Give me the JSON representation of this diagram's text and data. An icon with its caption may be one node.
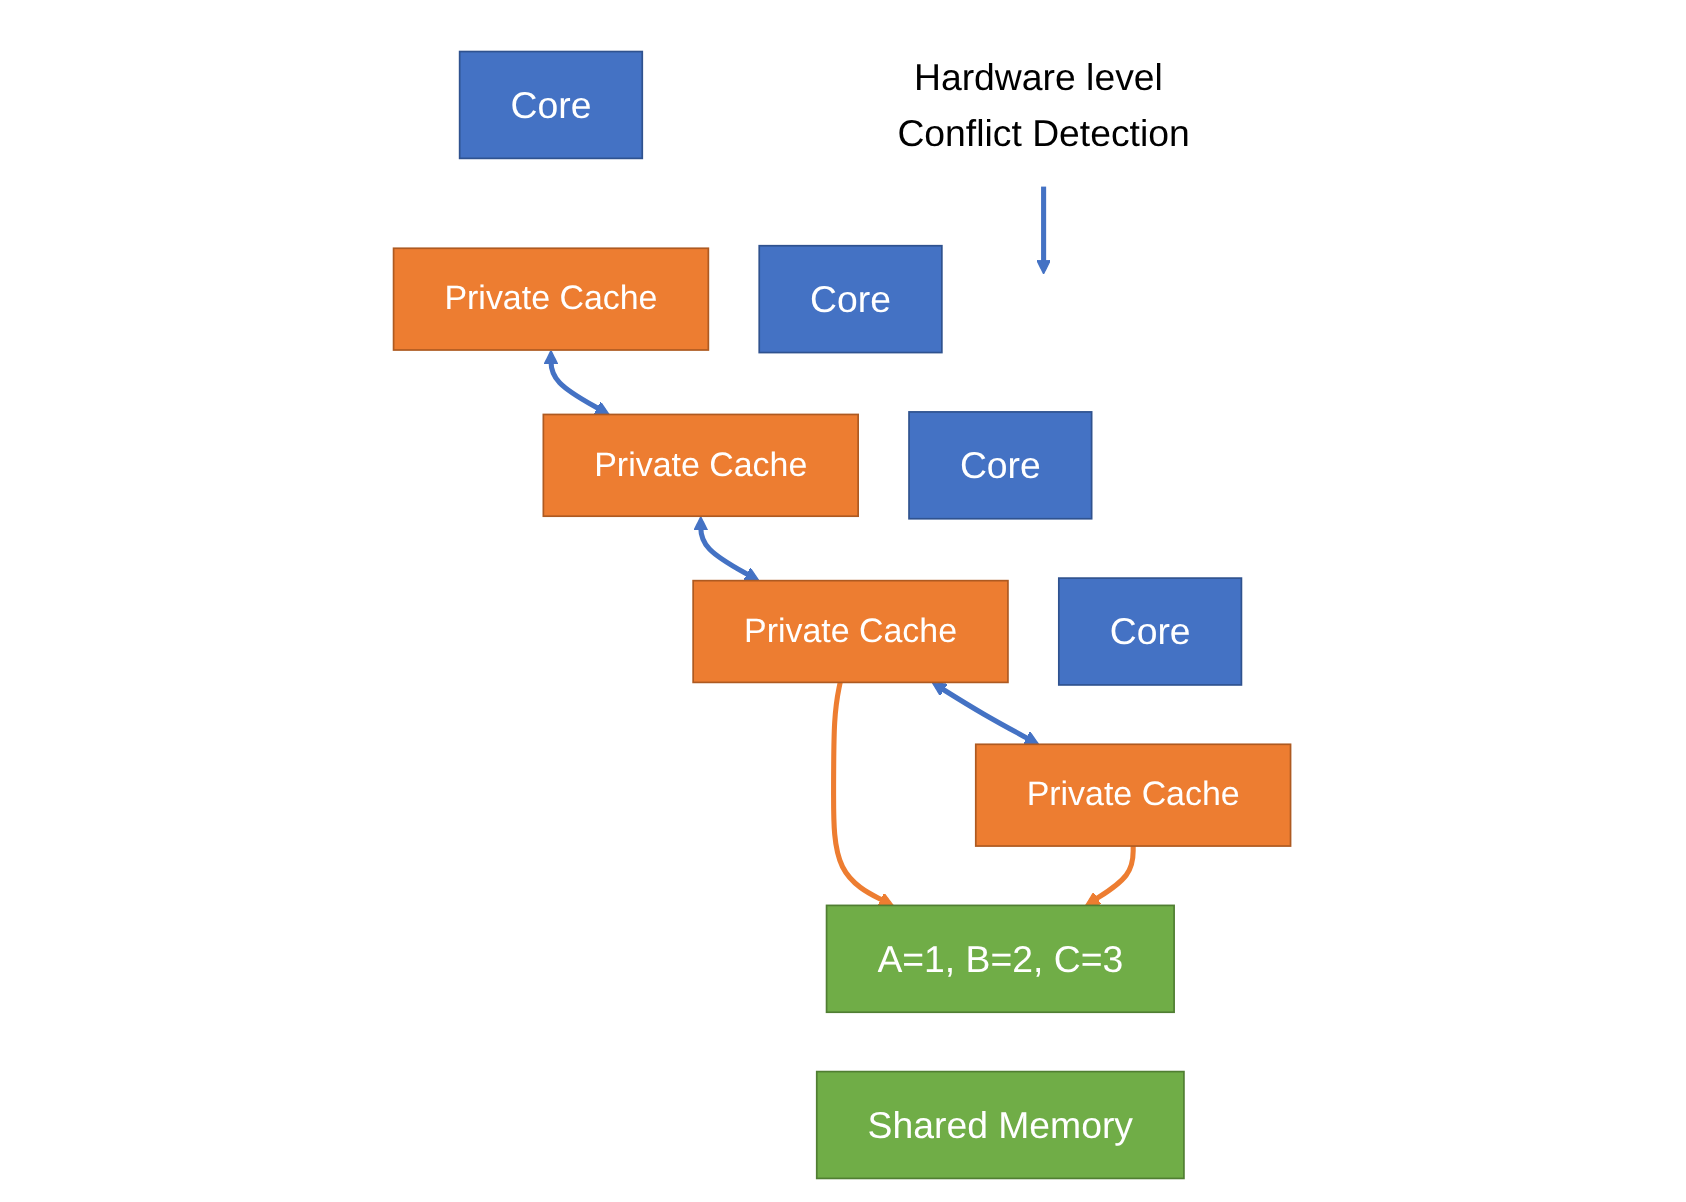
{
  "diagram": {
    "nodes": [
      {
        "text": [
          "Hardware level Conflict Detection"
        ]
      },
      {
        "text": [
          "Core"
        ]
      },
      {
        "text": [
          "Private Cache"
        ]
      },
      {
        "text": [
          "Core"
        ]
      },
      {
        "text": [
          "Private Cache"
        ]
      },
      {
        "text": [
          "Core"
        ]
      },
      {
        "text": [
          "Private Cache"
        ]
      },
      {
        "text": [
          "Core"
        ]
      },
      {
        "text": [
          "Private Cache"
        ]
      },
      {
        "text": [
          "A=1, B=2, C=3"
        ]
      },
      {
        "text": [
          "Shared Memory"
        ]
      }
    ],
    "edges": [
      {
        "from": 2,
        "to": 4,
        "arrow": "both"
      },
      {
        "from": 4,
        "to": 6,
        "arrow": "both"
      },
      {
        "from": 6,
        "to": 8,
        "arrow": "both"
      },
      {
        "from": 0,
        "to": null,
        "arrow": "to"
      },
      {
        "from": 6,
        "to": 9,
        "arrow": "to",
        "color": "#ed7d31"
      },
      {
        "from": 8,
        "to": 9,
        "arrow": "to",
        "color": "#ed7d31"
      }
    ]
  }
}
